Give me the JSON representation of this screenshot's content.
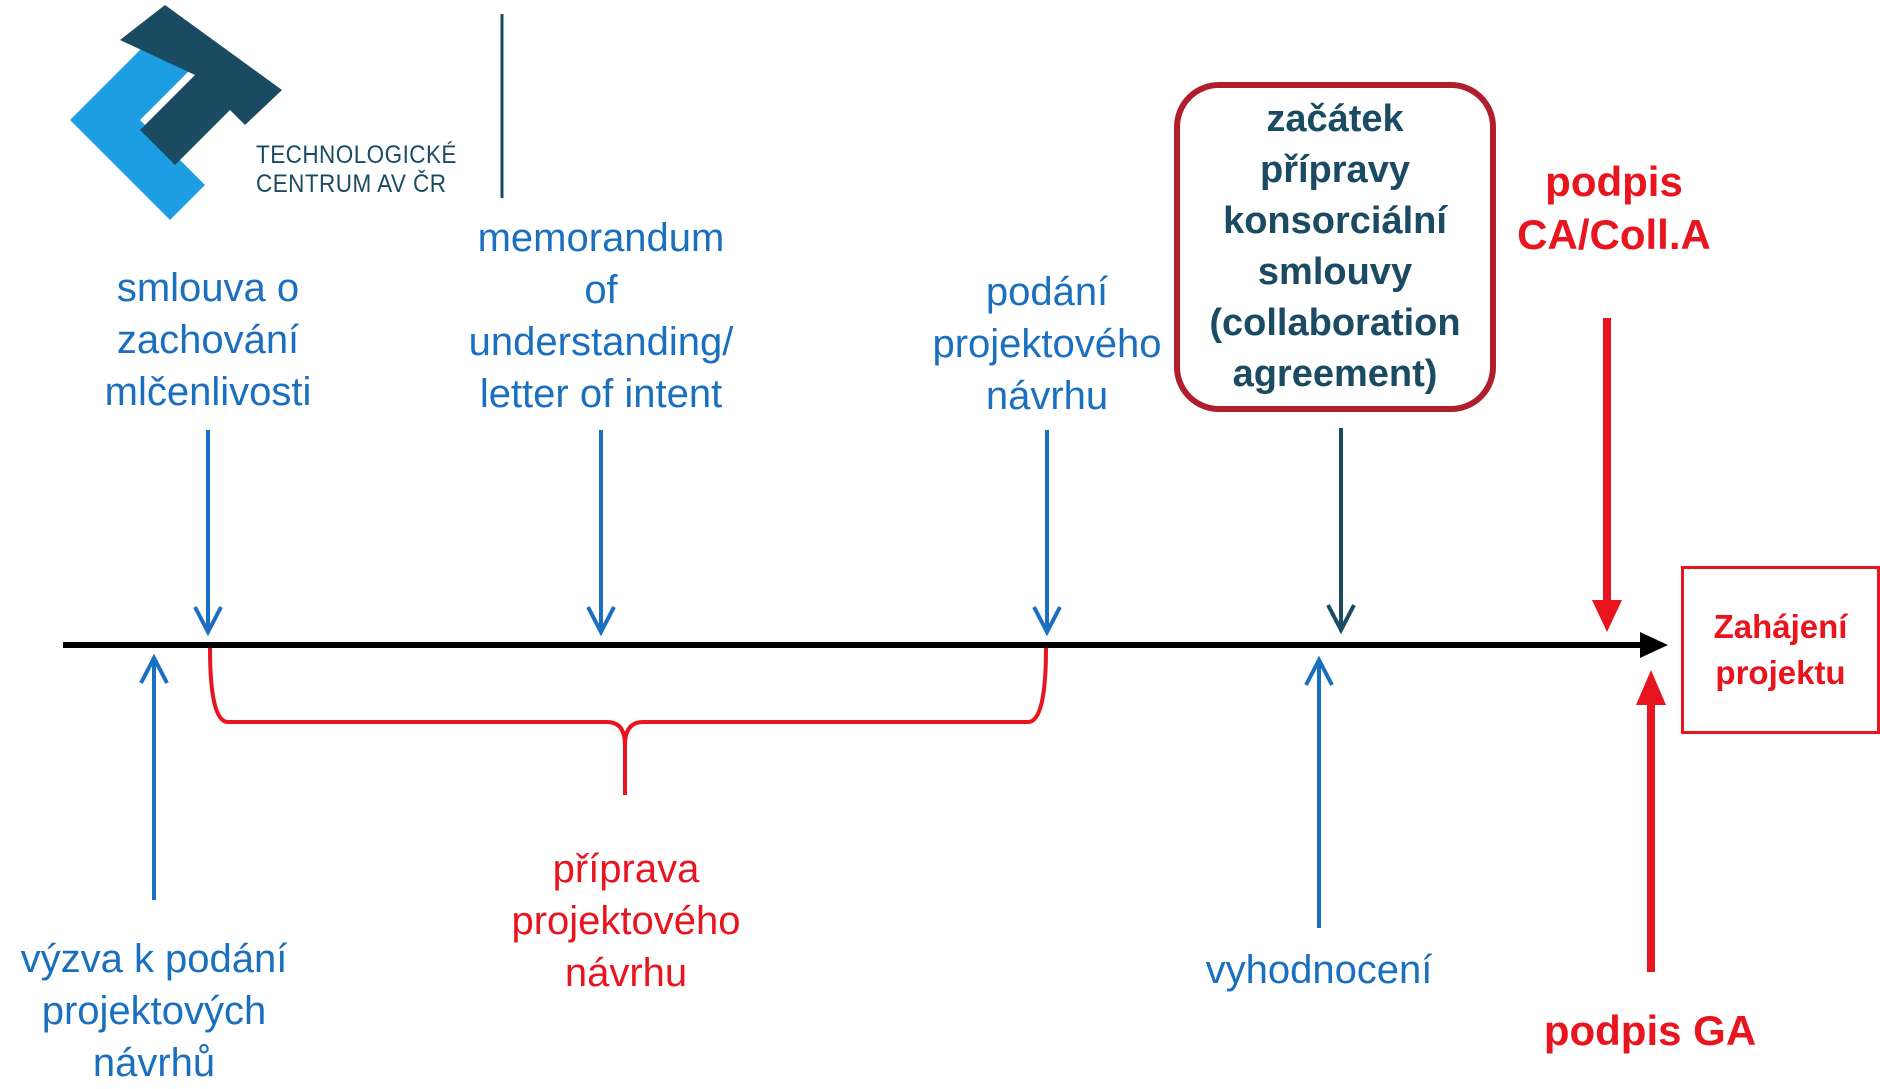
{
  "logo": {
    "icon": "technologicke-centrum-logo-icon",
    "text": "TECHNOLOGICKÉ\nCENTRUM AV ČR",
    "colors": {
      "dark": "#1b4b63",
      "light": "#1d9ee2"
    }
  },
  "labels": {
    "nda": "smlouva o\nzachování\nmlčenlivosti",
    "mou": "memorandum\nof\nunderstanding/\nletter of intent",
    "submission": "podání\nprojektového\nnávrhu",
    "consortium": "začátek\npřípravy\nkonsorciální\nsmlouvy\n(collaboration\nagreement)",
    "ca_signature": "podpis\nCA/Coll.A",
    "call": "výzva k podání\nprojektových\nnávrhů",
    "preparation": "příprava\nprojektového\nnávrhu",
    "evaluation": "vyhodnocení",
    "start": "Zahájení\nprojektu",
    "ga_signature": "podpis GA"
  },
  "colors": {
    "blue": "#1a6fbf",
    "red": "#e8141e",
    "dark": "#1b4b63",
    "box_border": "#b01e2d",
    "timeline": "#000000"
  }
}
